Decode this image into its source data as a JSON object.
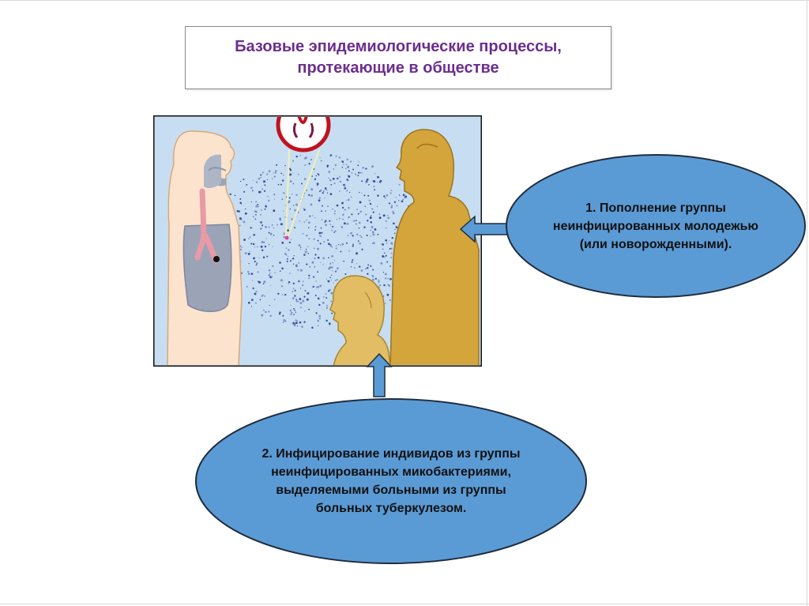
{
  "slide": {
    "title_line1": "Базовые эпидемиологические процессы,",
    "title_line2": "протекающие в обществе"
  },
  "process1": {
    "lines": [
      "1. Пополнение группы",
      "неинфицированных молодежью",
      "(или новорожденными)."
    ]
  },
  "process2": {
    "lines": [
      "2. Инфицирование индивидов из группы",
      "неинфицированных микобактериями,",
      "выделяемыми больными из группы",
      "больных туберкулезом."
    ]
  },
  "colors": {
    "title": "#6b2e8e",
    "ellipse_fill": "#5b9bd5",
    "ellipse_stroke": "#1f2d3d",
    "illustration_bg": "#c7def2",
    "figure_skin": "#d4a53b"
  }
}
